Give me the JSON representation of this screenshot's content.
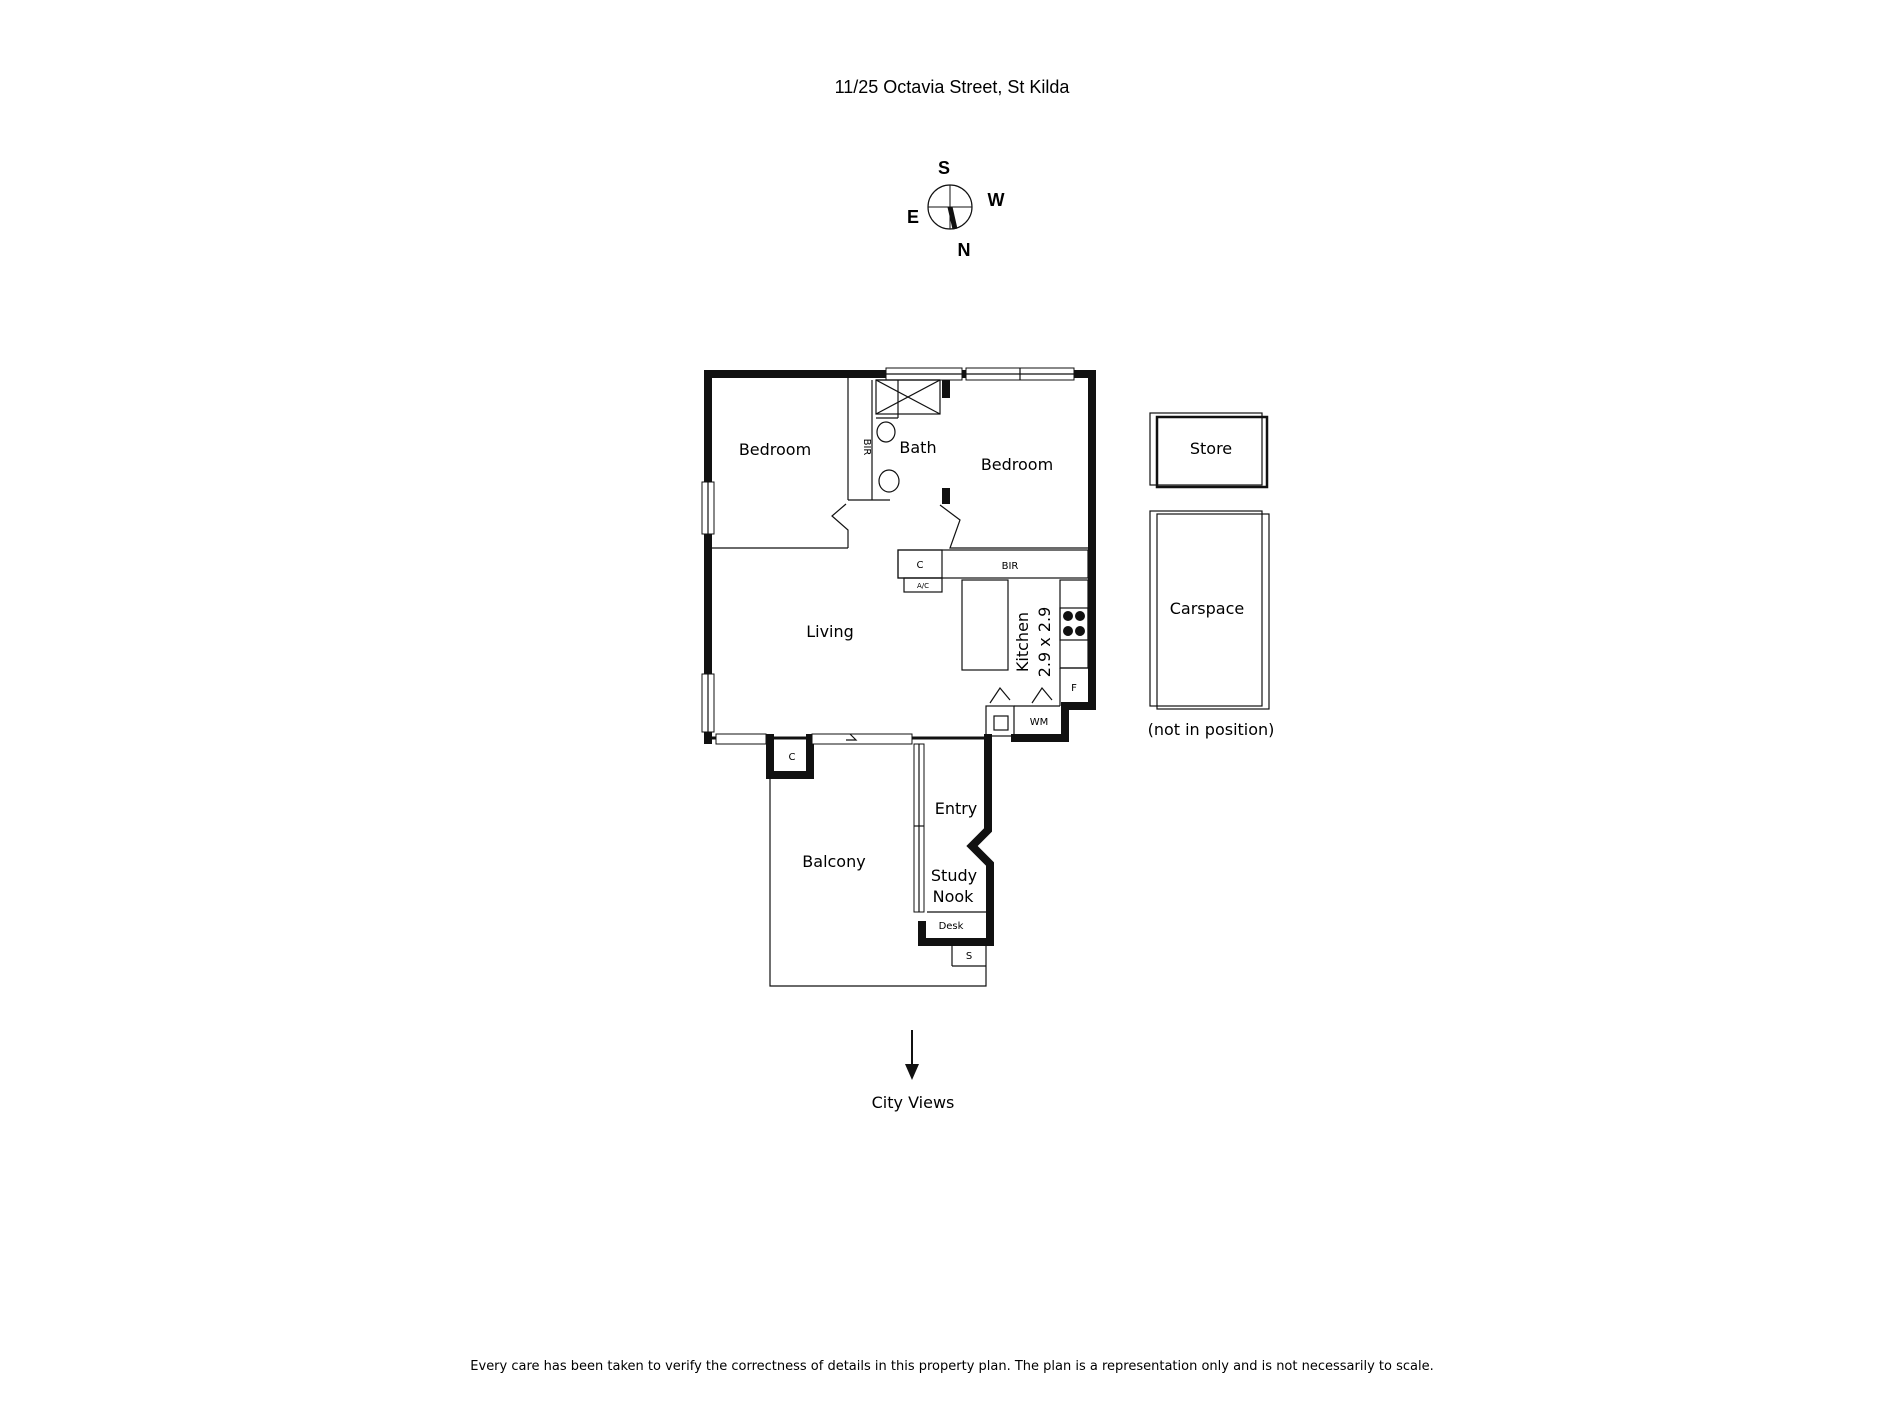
{
  "header": {
    "address": "11/25 Octavia Street, St Kilda"
  },
  "compass": {
    "south": "S",
    "west": "W",
    "east": "E",
    "north": "N"
  },
  "rooms": {
    "bedroom_left": "Bedroom",
    "bir_left": "BIR",
    "bath": "Bath",
    "bedroom_right": "Bedroom",
    "cupboard_hall": "C",
    "bir_hall": "BIR",
    "ac": "A/C",
    "living": "Living",
    "kitchen": "Kitchen",
    "kitchen_size": "2.9 x 2.9",
    "fridge": "F",
    "wm": "WM",
    "cupboard_balcony": "C",
    "entry": "Entry",
    "study_line1": "Study",
    "study_line2": "Nook",
    "desk": "Desk",
    "balcony": "Balcony",
    "storage": "S"
  },
  "outbuildings": {
    "store": "Store",
    "carspace": "Carspace",
    "carspace_note": "(not in position)"
  },
  "view_note": "City Views",
  "disclaimer": "Every care has been taken to verify the correctness of details in this property plan. The plan is a representation only and is not necessarily to scale."
}
